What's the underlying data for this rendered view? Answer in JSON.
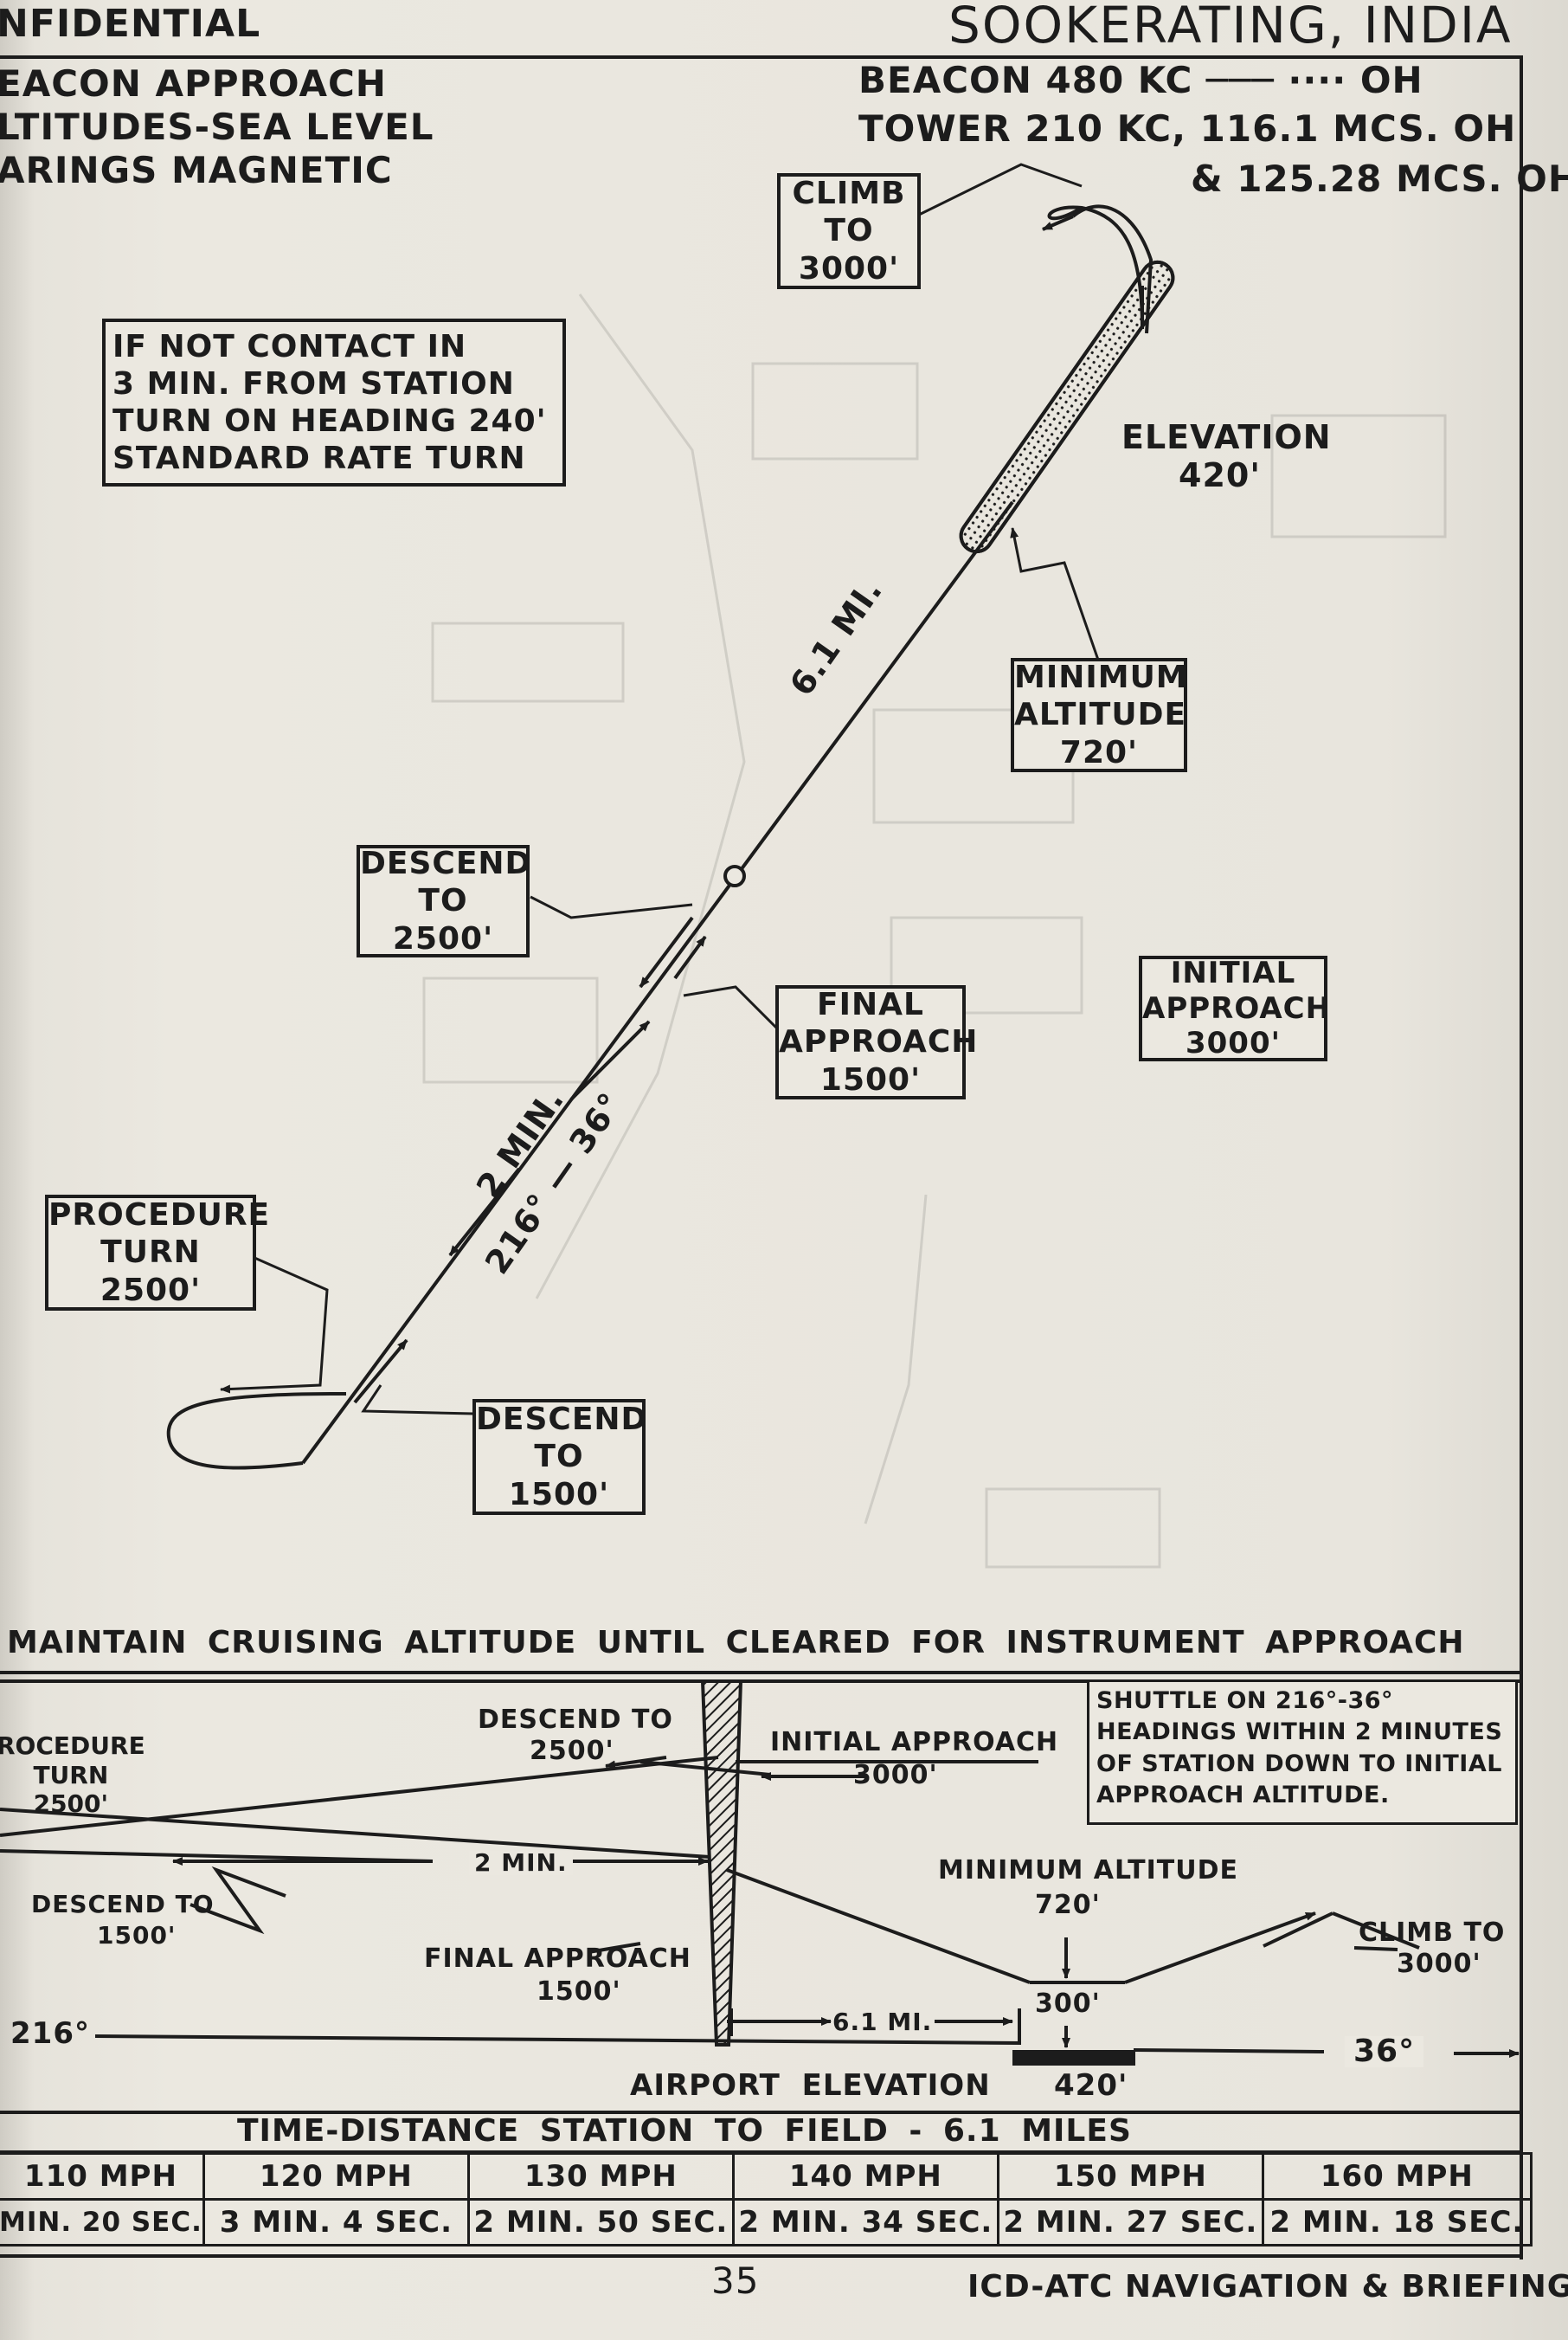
{
  "header": {
    "classification": "NFIDENTIAL",
    "location": "SOOKERATING, INDIA",
    "left_lines": [
      "EACON APPROACH",
      "LTITUDES-SEA LEVEL",
      "ARINGS MAGNETIC"
    ],
    "right_lines": [
      "BEACON 480 KC ─── ···· OH",
      "TOWER 210 KC, 116.1 MCS. OH",
      "& 125.28 MCS. OH"
    ]
  },
  "plan_view": {
    "climb": [
      "CLIMB",
      "TO",
      "3000'"
    ],
    "missed_approach": [
      "IF NOT CONTACT IN",
      "3 MIN. FROM STATION",
      "TURN ON HEADING 240'",
      "STANDARD RATE TURN"
    ],
    "elevation": [
      "ELEVATION",
      "420'"
    ],
    "minimum_altitude": [
      "MINIMUM",
      "ALTITUDE",
      "720'"
    ],
    "distance": "6.1 MI.",
    "descend_2500": [
      "DESCEND",
      "TO",
      "2500'"
    ],
    "final_approach": [
      "FINAL",
      "APPROACH",
      "1500'"
    ],
    "initial_approach": [
      "INITIAL",
      "APPROACH",
      "3000'"
    ],
    "time_label": "2 MIN.",
    "course_label": "216° — 36°",
    "procedure_turn": [
      "PROCEDURE",
      "TURN",
      "2500'"
    ],
    "descend_1500": [
      "DESCEND",
      "TO",
      "1500'"
    ]
  },
  "profile_view": {
    "title": "MAINTAIN CRUISING ALTITUDE UNTIL CLEARED FOR INSTRUMENT APPROACH",
    "procedure_turn": [
      "ROCEDURE",
      "TURN",
      "2500'"
    ],
    "descend_to_2500": [
      "DESCEND TO",
      "2500'"
    ],
    "initial_approach": "INITIAL APPROACH",
    "initial_approach_alt": "3000'",
    "shuttle_note": [
      "SHUTTLE ON 216°-36°",
      "HEADINGS WITHIN 2 MINUTES",
      "OF STATION DOWN TO INITIAL",
      "APPROACH ALTITUDE."
    ],
    "two_min": "2 MIN.",
    "descend_to_1500": [
      "DESCEND TO",
      "1500'"
    ],
    "minimum_altitude": [
      "MINIMUM ALTITUDE",
      "720'"
    ],
    "climb_to": [
      "CLIMB TO",
      "3000'"
    ],
    "final_approach": [
      "FINAL APPROACH",
      "1500'"
    ],
    "distance": "6.1 MI.",
    "height_300": "300'",
    "heading_left": "216°",
    "heading_right": "36°",
    "airport_elevation_label": "AIRPORT ELEVATION",
    "airport_elevation_value": "420'"
  },
  "time_distance": {
    "title": "TIME-DISTANCE STATION TO FIELD - 6.1 MILES",
    "speeds": [
      "110 MPH",
      "120 MPH",
      "130 MPH",
      "140 MPH",
      "150 MPH",
      "160 MPH"
    ],
    "times": [
      "MIN. 20 SEC.",
      "3 MIN. 4 SEC.",
      "2 MIN. 50 SEC.",
      "2 MIN. 34 SEC.",
      "2 MIN. 27 SEC.",
      "2 MIN. 18 SEC."
    ]
  },
  "footer": {
    "page_number": "35",
    "publication": "ICD-ATC NAVIGATION & BRIEFING"
  }
}
